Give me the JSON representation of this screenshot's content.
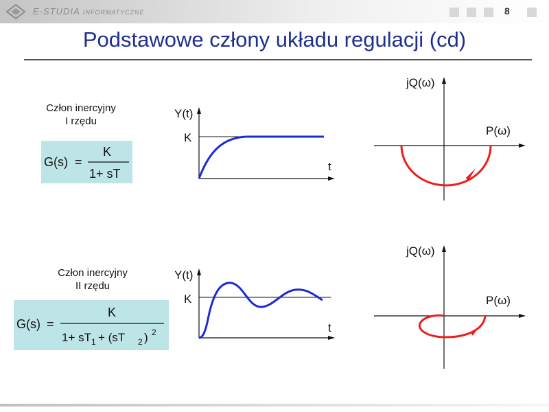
{
  "header": {
    "brand": "E-STUDIA",
    "brand_sub": "INFORMATYCZNE",
    "page_number": "8"
  },
  "title": "Podstawowe człony układu regulacji (cd)",
  "block1": {
    "label_line1": "Człon inercyjny",
    "label_line2": "I rzędu",
    "formula": {
      "lhs": "G(s)",
      "eq": "=",
      "numerator": "K",
      "denominator": "1+ sT"
    },
    "step": {
      "y_label": "Y(t)",
      "k_label": "K",
      "t_label": "t"
    },
    "nyquist": {
      "y_label": "jQ(ω)",
      "x_label": "P(ω)"
    }
  },
  "block2": {
    "label_line1": "Człon inercyjny",
    "label_line2": "II rzędu",
    "formula": {
      "lhs": "G(s)",
      "eq": "=",
      "numerator": "K",
      "den_1": "1+ sT",
      "den_sub1": "1",
      "den_2": "+ (sT",
      "den_sub2": "2",
      "den_3": ")",
      "den_exp": "2"
    },
    "step": {
      "y_label": "Y(t)",
      "k_label": "K",
      "t_label": "t"
    },
    "nyquist": {
      "y_label": "jQ(ω)",
      "x_label": "P(ω)"
    }
  },
  "colors": {
    "title": "#1f2f8f",
    "step_curve": "#1a2bd6",
    "nyquist_curve": "#ee1c1c",
    "formula_bg": "#bde4e6"
  }
}
